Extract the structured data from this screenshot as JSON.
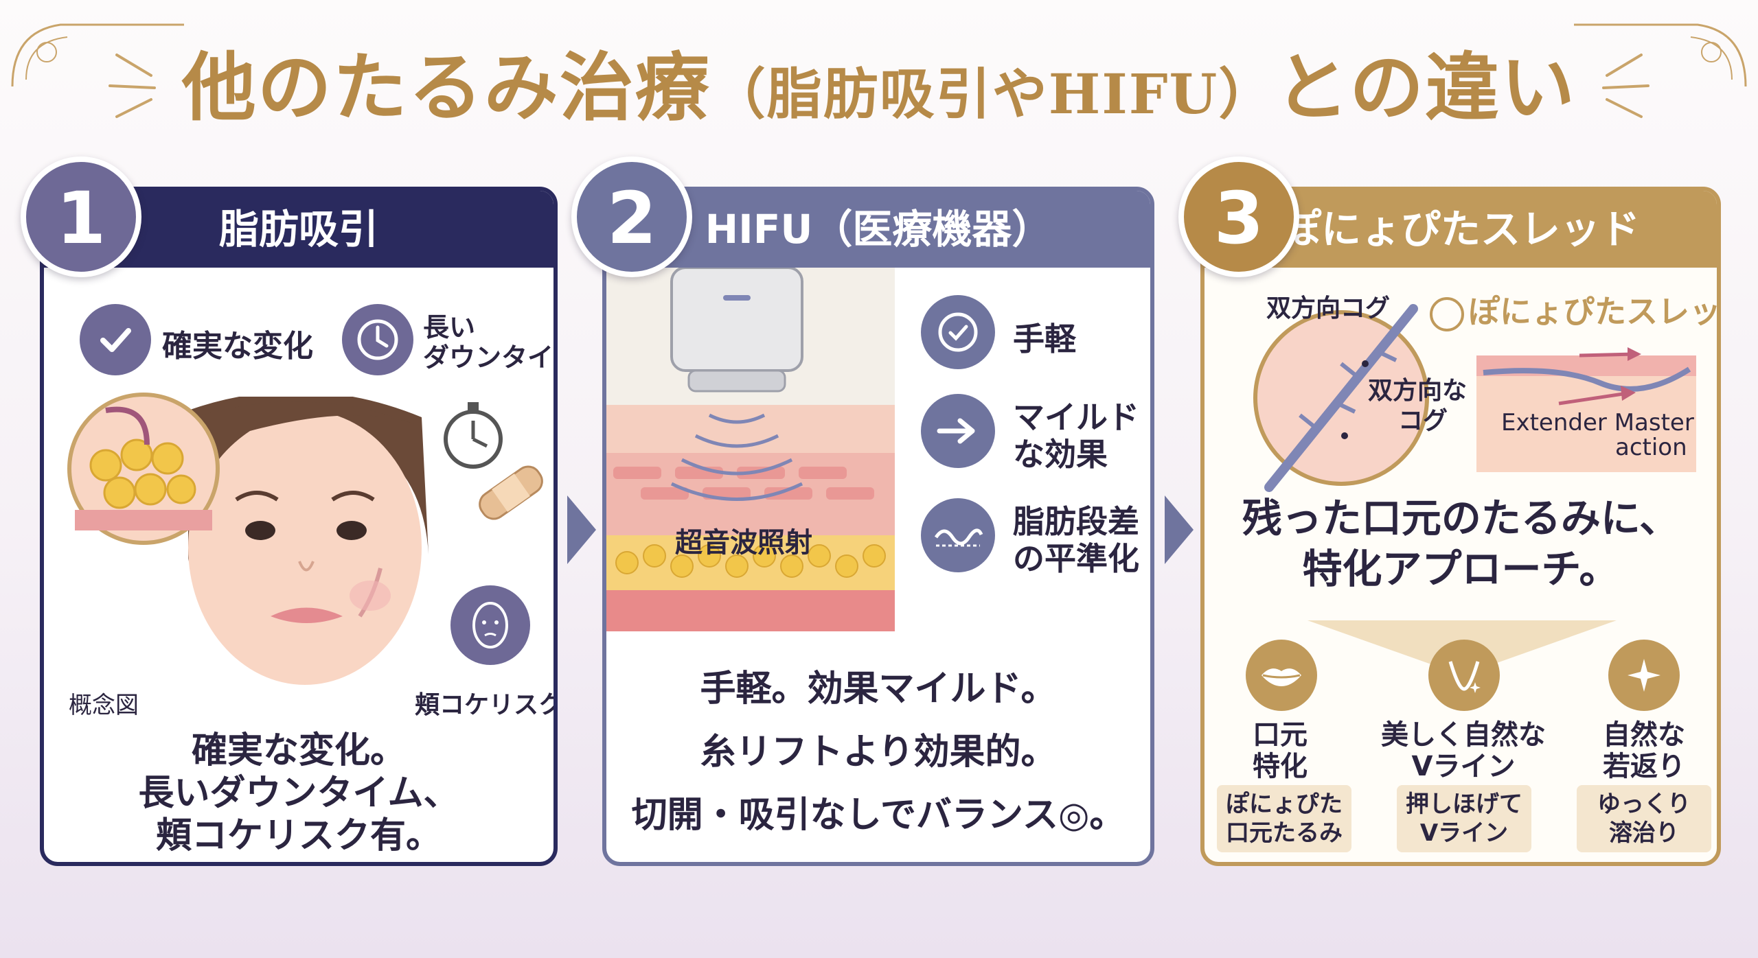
{
  "title": {
    "main_a": "他のたるみ治療",
    "paren": "（脂肪吸引やHIFU）",
    "main_b": "との違い"
  },
  "colors": {
    "gold": "#b68a48",
    "navy": "#2a2a5e",
    "slate": "#6f749e",
    "purple": "#6e6996"
  },
  "panel1": {
    "number": "1",
    "header": "脂肪吸引",
    "features": [
      {
        "icon": "checkmark-icon",
        "label": "確実な変化"
      },
      {
        "icon": "clock-icon",
        "label_line1": "長い",
        "label_line2": "ダウンタイム"
      }
    ],
    "concept_label": "概念図",
    "risk_label": "頬コケリスク",
    "summary": [
      "確実な変化。",
      "長いダウンタイム、",
      "頬コケリスク有。"
    ]
  },
  "panel2": {
    "number": "2",
    "header": "HIFU（医療機器）",
    "ultrasound_label": "超音波照射",
    "features": [
      {
        "icon": "clock-check-icon",
        "label_line1": "手軽",
        "label_line2": ""
      },
      {
        "icon": "arrow-right-icon",
        "label_line1": "マイルド",
        "label_line2": "な効果"
      },
      {
        "icon": "wave-icon",
        "label_line1": "脂肪段差",
        "label_line2": "の平準化"
      }
    ],
    "summary": [
      "手軽。効果マイルド。",
      "糸リフトより効果的。",
      "切開・吸引なしでバランス◎。"
    ]
  },
  "panel3": {
    "number": "3",
    "header": "ぽにょぴたスレッド",
    "cog_label_top": "双方向コグ",
    "cog_label_mid_1": "双方向な",
    "cog_label_mid_2": "コグ",
    "brand_logo": "ぽにょぴたスレッド",
    "extender_1": "Extender Master",
    "extender_2": "action",
    "headline": [
      "残った口元のたるみに、",
      "特化アプローチ。"
    ],
    "columns": [
      {
        "icon": "lips-icon",
        "title_1": "口元",
        "title_2": "特化",
        "box_1": "ぽにょぴた",
        "box_2": "口元たるみ"
      },
      {
        "icon": "v-line-icon",
        "title_1": "美しく自然な",
        "title_2": "Vライン",
        "box_1": "押しほげて",
        "box_2": "Vライン"
      },
      {
        "icon": "sparkle-icon",
        "title_1": "自然な",
        "title_2": "若返り",
        "box_1": "ゆっくり",
        "box_2": "溶治り"
      }
    ]
  }
}
